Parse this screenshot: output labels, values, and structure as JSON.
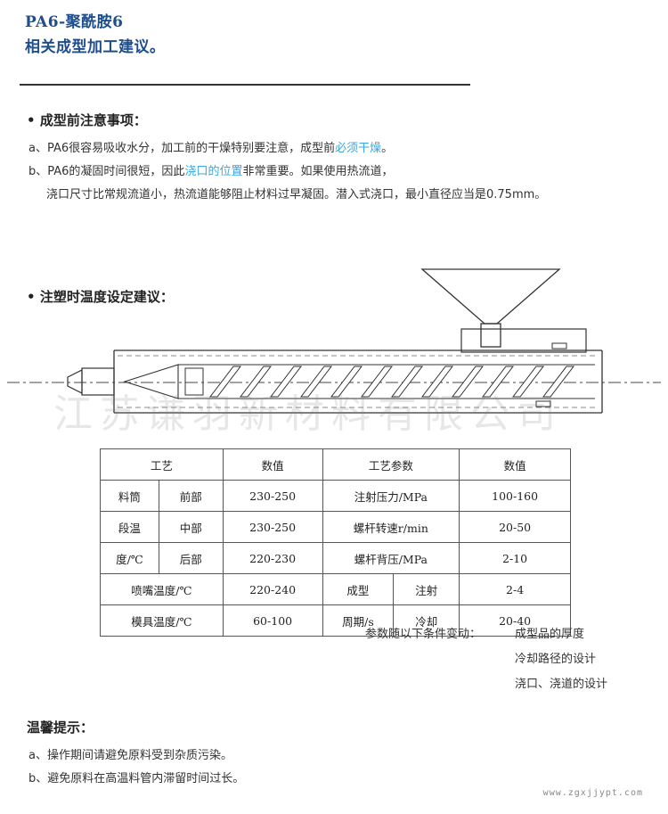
{
  "title": {
    "line1": "PA6-聚酰胺6",
    "line2": "相关成型加工建议。"
  },
  "section_pre": {
    "heading": "成型前注意事项：",
    "a_prefix": "a、PA6很容易吸收水分，加工前的干燥特别要注意，成型前",
    "a_highlight": "必须干燥",
    "a_suffix": "。",
    "b_prefix": "b、PA6的凝固时间很短，因此",
    "b_highlight": "浇口的位置",
    "b_suffix": "非常重要。如果使用热流道，",
    "b_line2": "浇口尺寸比常规流道小，热流道能够阻止材料过早凝固。潜入式浇口，最小直径应当是0.75mm。"
  },
  "section_temp": {
    "heading": "注塑时温度设定建议："
  },
  "watermark": "江苏谦羽新材料有限公司",
  "table": {
    "h_process": "工艺",
    "h_value": "数值",
    "h_param": "工艺参数",
    "h_value2": "数值",
    "barrel_1": "料筒",
    "barrel_2": "段温",
    "barrel_3": "度/℃",
    "front": "前部",
    "front_val": "230-250",
    "mid": "中部",
    "mid_val": "230-250",
    "rear": "后部",
    "rear_val": "220-230",
    "inj_pressure": "注射压力/MPa",
    "inj_pressure_val": "100-160",
    "screw_speed": "螺杆转速r/min",
    "screw_speed_val": "20-50",
    "back_pressure": "螺杆背压/MPa",
    "back_pressure_val": "2-10",
    "nozzle": "喷嘴温度/℃",
    "nozzle_val": "220-240",
    "mold": "模具温度/℃",
    "mold_val": "60-100",
    "cycle_1": "成型",
    "cycle_2": "周期/s",
    "inject": "注射",
    "inject_val": "2-4",
    "cool": "冷却",
    "cool_val": "20-40"
  },
  "conditions": {
    "label": "参数随以下条件变动：",
    "items": [
      "成型品的厚度",
      "冷却路径的设计",
      "浇口、浇道的设计"
    ]
  },
  "tips": {
    "heading": "温馨提示：",
    "a": "a、操作期间请避免原料受到杂质污染。",
    "b": "b、避免原料在高温料管内滞留时间过长。"
  },
  "site": "www.zgxjjypt.com",
  "colors": {
    "title": "#1f4e8c",
    "highlight": "#3aa6e0"
  }
}
